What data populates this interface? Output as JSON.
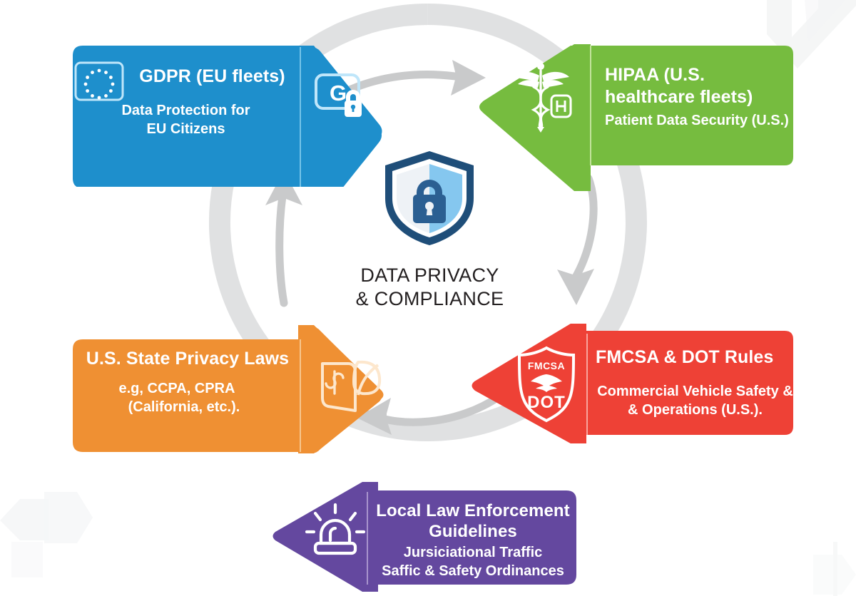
{
  "center": {
    "icon": "shield-lock-icon",
    "line1": "DATA PRIVACY",
    "line2": "& COMPLIANCE",
    "color_dark": "#1f4e79",
    "color_light": "#74bdea"
  },
  "flow": {
    "ring_color": "#dcdcdc",
    "arrow_color": "#c4c4c4",
    "direction": "clockwise",
    "arrows": [
      {
        "name": "arrow-gdpr-to-hipaa",
        "from": "GDPR (EU fleets)",
        "to": "HIPAA (U.S. healthcare fleets)"
      },
      {
        "name": "arrow-hipaa-to-fmcsa",
        "from": "HIPAA (U.S. healthcare fleets)",
        "to": "FMCSA & DOT Rules"
      },
      {
        "name": "arrow-fmcsa-to-state",
        "from": "FMCSA & DOT Rules",
        "to": "U.S. State Privacy Laws"
      },
      {
        "name": "arrow-state-to-gdpr",
        "from": "U.S. State Privacy Laws",
        "to": "GDPR (EU fleets)"
      }
    ]
  },
  "cards": [
    {
      "id": "gdpr",
      "name": "card-gdpr",
      "title": "GDPR (EU fleets)",
      "sub_line1": "Data Protection for",
      "sub_line2": "EU Citizens",
      "color": "#1e8fcc",
      "left_icon": "eu-flag-icon",
      "right_icon": "gdpr-g-lock-icon",
      "position": "top-left"
    },
    {
      "id": "hipaa",
      "name": "card-hipaa",
      "title_line1": "HIPAA (U.S.",
      "title_line2": "healthcare fleets)",
      "sub_line1": "Patient Data Security (U.S.)",
      "color": "#76bc3f",
      "left_icon": "caduceus-icon",
      "position": "top-right"
    },
    {
      "id": "fmcsa",
      "name": "card-fmcsa-dot",
      "title": "FMCSA & DOT Rules",
      "sub_line1": "Commercial Vehicle Safety &",
      "sub_line2": "& Operations (U.S.).",
      "color": "#ee4136",
      "left_icon": "fmcsa-dot-shield-icon",
      "position": "bottom-right"
    },
    {
      "id": "state",
      "name": "card-us-state-privacy-laws",
      "title": "U.S. State Privacy Laws",
      "sub_line1": "e.g, CCPA, CPRA",
      "sub_line2": "(California, etc.).",
      "color": "#ef9033",
      "right_icon": "money-leaf-icon",
      "position": "bottom-left"
    },
    {
      "id": "local",
      "name": "card-local-law-enforcement",
      "title_line1": "Local Law Enforcement",
      "title_line2": "Guidelines",
      "sub_line1": "Jursiciational Traffic",
      "sub_line2": "Saffic & Safety Ordinances",
      "color": "#64489f",
      "left_icon": "police-siren-icon",
      "position": "bottom-center"
    }
  ],
  "decor": {
    "corner_chevron_color": "#f4f5f6"
  }
}
